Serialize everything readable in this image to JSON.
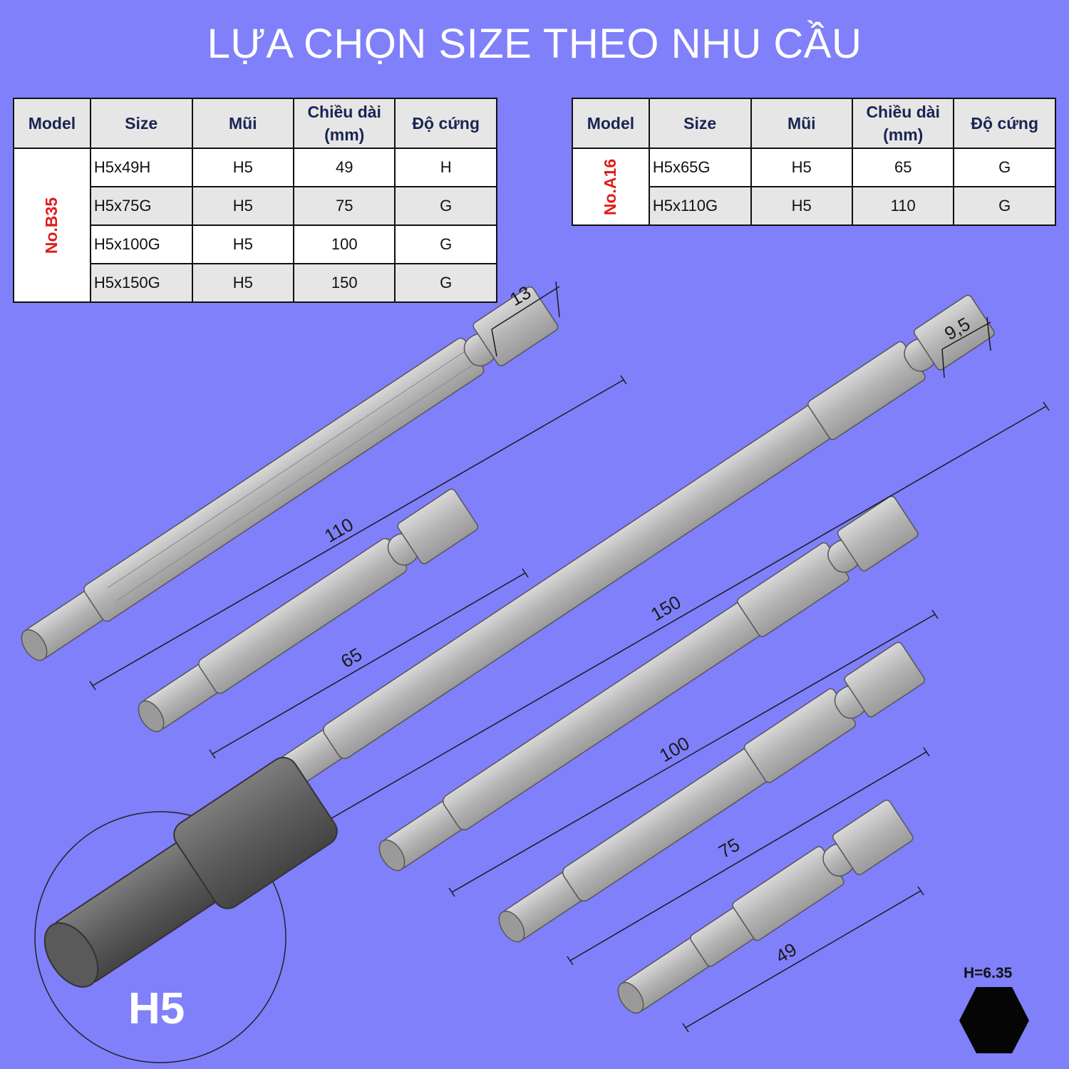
{
  "title": "LỰA CHỌN SIZE THEO NHU CẦU",
  "tables": [
    {
      "model": "No.B35",
      "headers": [
        "Model",
        "Size",
        "Mũi",
        "Chiều dài\n(mm)",
        "Độ cứng"
      ],
      "header_lines": {
        "model": "Model",
        "size": "Size",
        "tip": "Mũi",
        "length_1": "Chiều dài",
        "length_2": "(mm)",
        "hardness": "Độ cứng"
      },
      "rows": [
        {
          "size": "H5x49H",
          "tip": "H5",
          "length": "49",
          "hardness": "H"
        },
        {
          "size": "H5x75G",
          "tip": "H5",
          "length": "75",
          "hardness": "G"
        },
        {
          "size": "H5x100G",
          "tip": "H5",
          "length": "100",
          "hardness": "G"
        },
        {
          "size": "H5x150G",
          "tip": "H5",
          "length": "150",
          "hardness": "G"
        }
      ]
    },
    {
      "model": "No.A16",
      "header_lines": {
        "model": "Model",
        "size": "Size",
        "tip": "Mũi",
        "length_1": "Chiều dài",
        "length_2": "(mm)",
        "hardness": "Độ cứng"
      },
      "rows": [
        {
          "size": "H5x65G",
          "tip": "H5",
          "length": "65",
          "hardness": "G"
        },
        {
          "size": "H5x110G",
          "tip": "H5",
          "length": "110",
          "hardness": "G"
        }
      ]
    }
  ],
  "dimensions": {
    "shank_13": "13",
    "shank_9_5": "9,5",
    "len_110": "110",
    "len_65": "65",
    "len_150": "150",
    "len_100": "100",
    "len_75": "75",
    "len_49": "49"
  },
  "detail_label": "H5",
  "hex_label": "H=6.35",
  "colors": {
    "background": "#8080fb",
    "header_bg": "#e6e6e6",
    "model_red": "#e11b1b",
    "bit_gray": "#b7b7b7"
  }
}
